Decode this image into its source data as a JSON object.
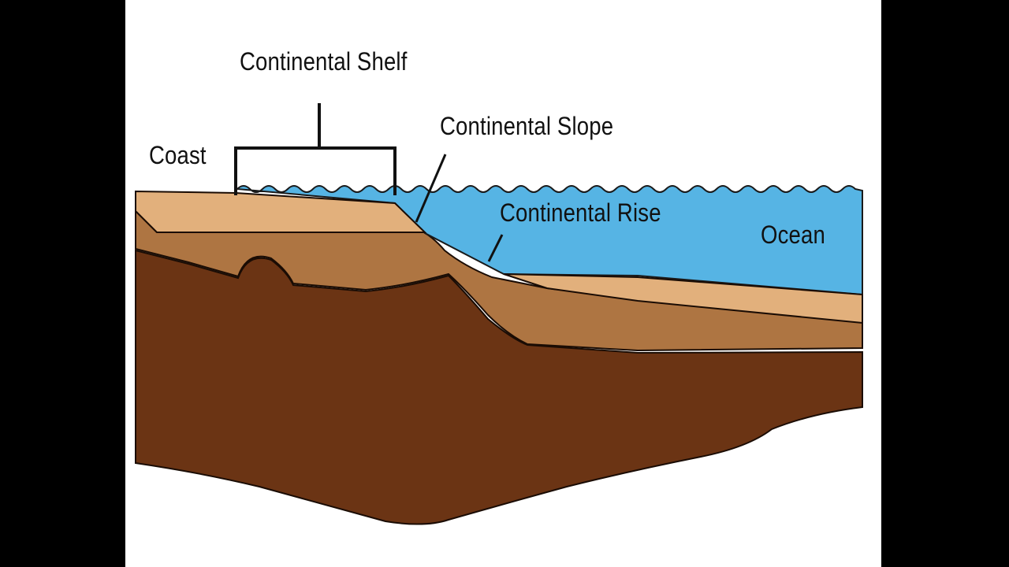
{
  "labels": {
    "continental_shelf": "Continental Shelf",
    "continental_slope": "Continental Slope",
    "coast": "Coast",
    "continental_rise": "Continental Rise",
    "ocean": "Ocean"
  },
  "colors": {
    "frame": "#000000",
    "background": "#ffffff",
    "water": "#56b4e4",
    "sand_light": "#e2b07c",
    "sediment_mid": "#ae7542",
    "bedrock": "#6b3414",
    "outline": "#111111"
  }
}
